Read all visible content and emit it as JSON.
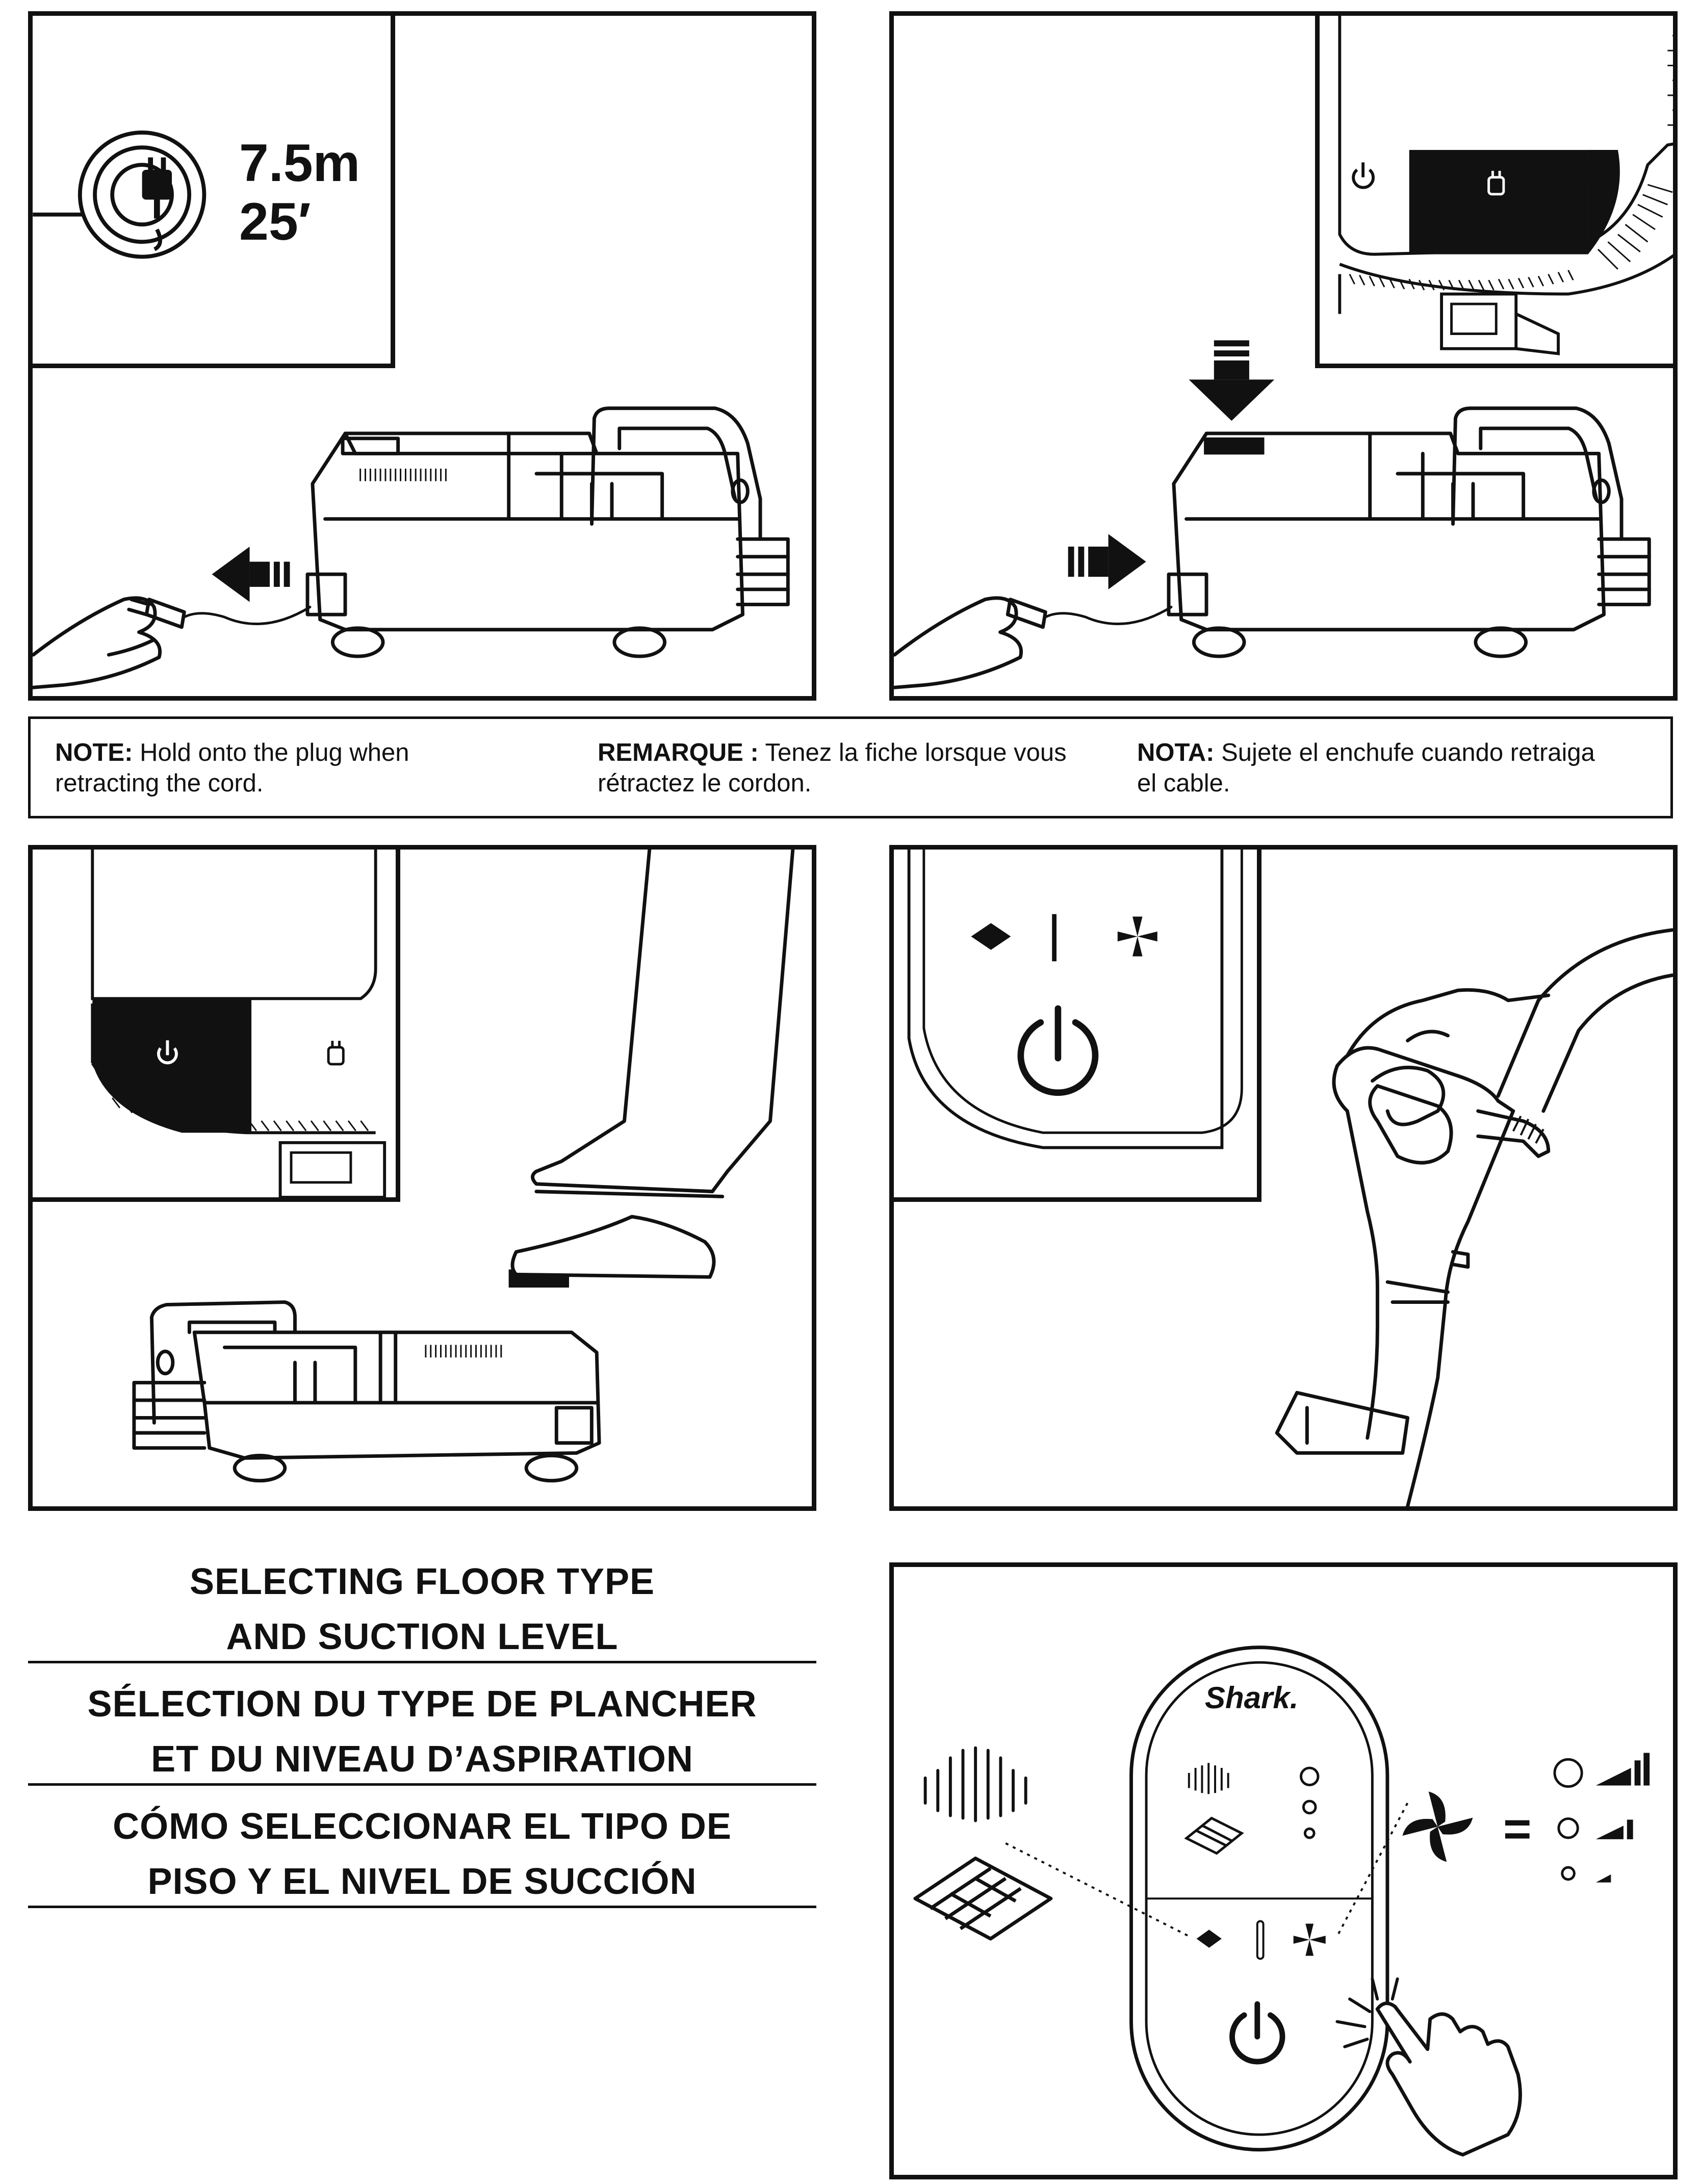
{
  "cord_length": {
    "metric": "7.5m",
    "imperial": "25′"
  },
  "note": {
    "en_label": "NOTE:",
    "en_text_line1": "Hold onto the plug when",
    "en_text_line2": "retracting the cord.",
    "fr_label": "REMARQUE :",
    "fr_text_line1": "Tenez la fiche lorsque vous",
    "fr_text_line2": "rétractez le cordon.",
    "es_label": "NOTA:",
    "es_text_line1": "Sujete el enchufe cuando retraiga",
    "es_text_line2": "el cable."
  },
  "heading": {
    "en_line1": "SELECTING FLOOR TYPE",
    "en_line2": "AND SUCTION LEVEL",
    "fr_line1": "SÉLECTION DU TYPE DE PLANCHER",
    "fr_line2": "ET DU NIVEAU D’ASPIRATION",
    "es_line1": "CÓMO SELECCIONAR EL TIPO DE",
    "es_line2": "PISO Y EL NIVEL DE SUCCIÓN"
  },
  "brand_logo": "Shark.",
  "equals_sign": "=",
  "icons": [
    "power-icon",
    "plug-icon",
    "fan-icon",
    "diamond-icon",
    "carpet-icon",
    "hard-floor-icon",
    "arrow-left-icon",
    "arrow-right-icon",
    "arrow-down-icon",
    "pointing-hand-icon",
    "signal-strength-icon"
  ]
}
